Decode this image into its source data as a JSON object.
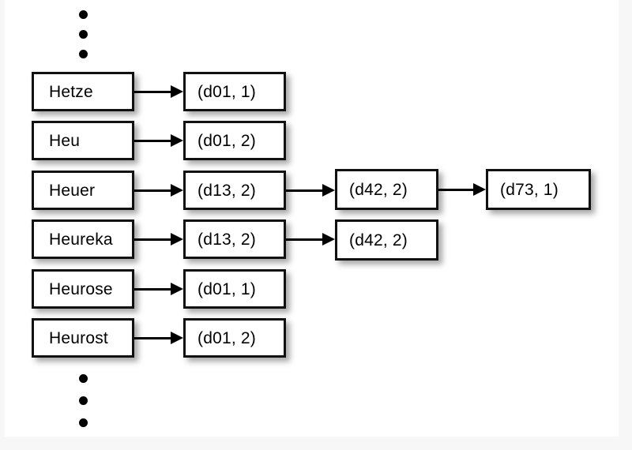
{
  "diagram": {
    "title": "trie-posting-list-diagram",
    "background_color": "#ffffff",
    "page_color": "#f7f7f7",
    "box_border_color": "#111111",
    "box_fill_color": "#ffffff",
    "text_color": "#000000",
    "ellipsis_top": {
      "name": "vertical-ellipsis-top",
      "dots": 3
    },
    "ellipsis_bottom": {
      "name": "vertical-ellipsis-bottom",
      "dots": 3
    },
    "terms": [
      {
        "label": "Hetze"
      },
      {
        "label": "Heu"
      },
      {
        "label": "Heuer"
      },
      {
        "label": "Heureka"
      },
      {
        "label": "Heurose"
      },
      {
        "label": "Heurost"
      }
    ],
    "postings_col1": [
      {
        "label": "(d01, 1)"
      },
      {
        "label": "(d01, 2)"
      },
      {
        "label": "(d13, 2)"
      },
      {
        "label": "(d13, 2)"
      },
      {
        "label": "(d01, 1)"
      },
      {
        "label": "(d01, 2)"
      }
    ],
    "postings_col2": [
      {
        "label": "(d42, 2)"
      },
      {
        "label": "(d42, 2)"
      }
    ],
    "postings_col3": [
      {
        "label": "(d73, 1)"
      }
    ]
  }
}
